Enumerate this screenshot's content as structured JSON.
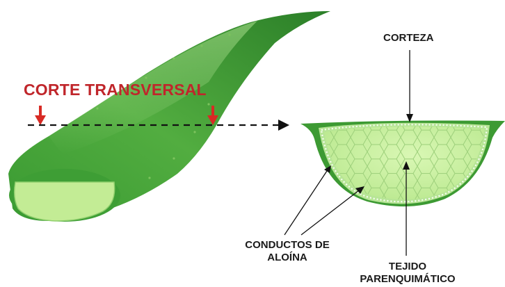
{
  "labels": {
    "cut_title": "CORTE TRANSVERSAL",
    "bark": "CORTEZA",
    "aloin_line1": "CONDUCTOS DE",
    "aloin_line2": "ALOÍNA",
    "tissue_line1": "TEJIDO",
    "tissue_line2": "PARENQUIMÁTICO"
  },
  "colors": {
    "title_red": "#c0262b",
    "arrow_red": "#d82a24",
    "leaf_dark": "#2f8a2a",
    "leaf_mid": "#5cb545",
    "leaf_light": "#9bd77d",
    "pulp": "#c8ef9c",
    "rind_light": "#b8e49a",
    "line": "#111111"
  },
  "icons": [
    "down-arrow-icon",
    "right-arrowhead-icon",
    "pointer-arrow-icon"
  ]
}
